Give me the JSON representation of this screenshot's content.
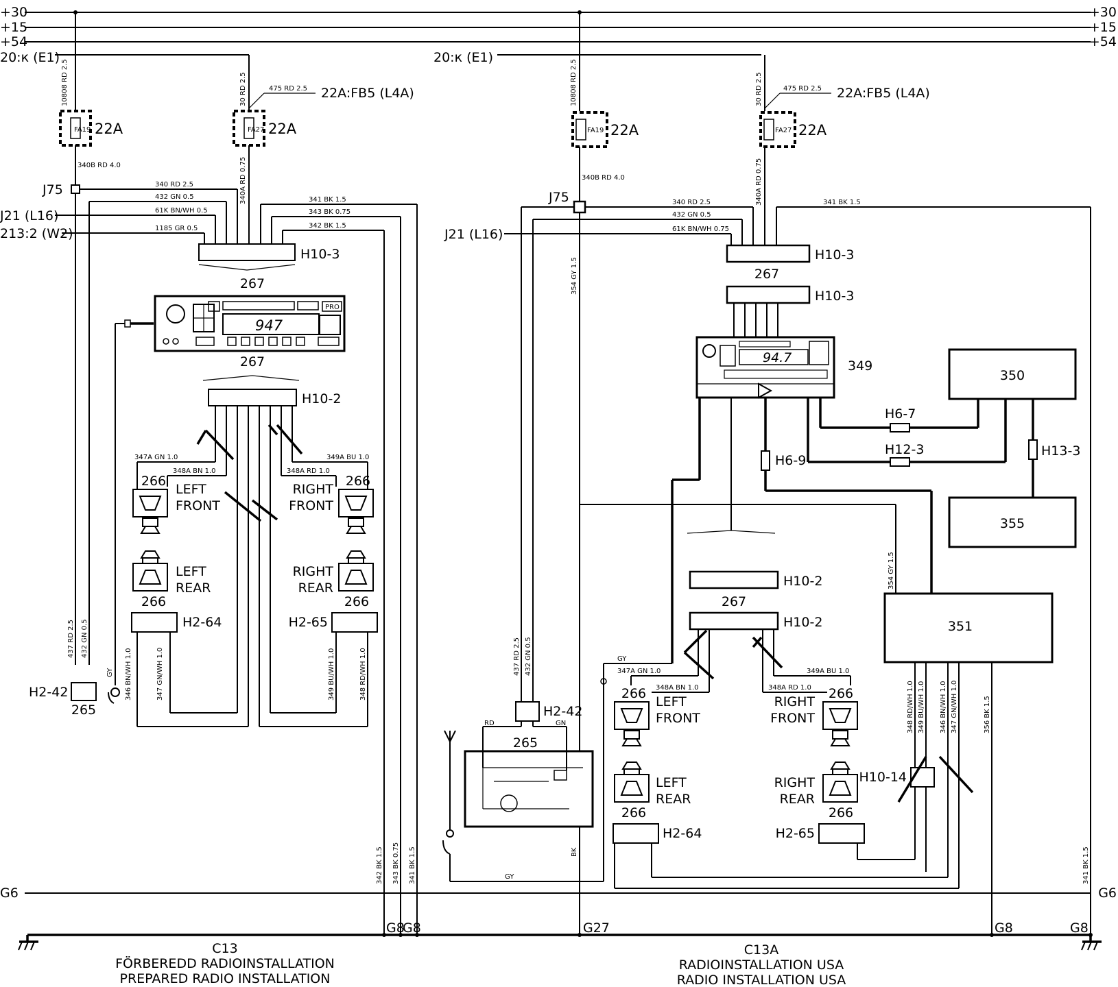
{
  "rails": {
    "p30": "+30",
    "p15": "+15",
    "p54": "+54",
    "e1_left": "20:к (E1)",
    "e1_right": "20:к (E1)",
    "g6": "G6"
  },
  "fuses": {
    "fa19": "FA19",
    "fa27": "FA27",
    "rating": "22A",
    "feed": "22A:FB5 (L4A)"
  },
  "connectors": {
    "j75": "J75",
    "j21": "J21 (L16)",
    "w2": "213:2 (W2)",
    "h10_3": "H10-3",
    "h10_2": "H10-2",
    "h2_64": "H2-64",
    "h2_65": "H2-65",
    "h2_42": "H2-42",
    "h6_7": "H6-7",
    "h6_9": "H6-9",
    "h12_3": "H12-3",
    "h13_3": "H13-3",
    "h10_14": "H10-14"
  },
  "components": {
    "radio": "267",
    "speaker": "266",
    "antenna_motor": "265",
    "amp_radio": "349",
    "c350": "350",
    "c351": "351",
    "c355": "355",
    "display": "947",
    "display_small": "94.7",
    "pro": "PRO"
  },
  "speakers": {
    "left_front": [
      "LEFT",
      "FRONT"
    ],
    "right_front": [
      "RIGHT",
      "FRONT"
    ],
    "left_rear": [
      "LEFT",
      "REAR"
    ],
    "right_rear": [
      "RIGHT",
      "REAR"
    ]
  },
  "wires_left": {
    "w10808": "10808 RD 2.5",
    "w30": "30 RD 2.5",
    "w475": "475 RD 2.5",
    "w340b": "340B RD 4.0",
    "w340a": "340A RD 0.75",
    "w340": "340 RD 2.5",
    "w432": "432 GN 0.5",
    "w61k": "61K BN/WH 0.5",
    "w1185": "1185 GR 0.5",
    "w341": "341 BK 1.5",
    "w343": "343 BK 0.75",
    "w342": "342 BK 1.5",
    "w347a": "347A GN 1.0",
    "w348a": "348A BN 1.0",
    "w348a_rd": "348A RD 1.0",
    "w349a": "349A BU 1.0",
    "w437": "437 RD 2.5",
    "w432v": "432 GN 0.5",
    "w346": "346 BN/WH 1.0",
    "w347": "347 GN/WH 1.0",
    "w349": "349 BU/WH 1.0",
    "w348": "348 RD/WH 1.0",
    "gy": "GY"
  },
  "wires_right": {
    "w10808": "10808 RD 2.5",
    "w30": "30 RD 2.5",
    "w475": "475 RD 2.5",
    "w340b": "340B RD 4.0",
    "w340a": "340A RD 0.75",
    "w340": "340 RD 2.5",
    "w432": "432 GN 0.5",
    "w61k": "61K BN/WH 0.75",
    "w341": "341 BK 1.5",
    "w354": "354 GY 1.5",
    "w354b": "354 GY 1.5",
    "w356": "356 BK 1.5",
    "w341v": "341 BK 1.5",
    "w437": "437 RD 2.5",
    "w432v": "432 GN 0.5",
    "w347a": "347A GN 1.0",
    "w348a": "348A BN 1.0",
    "w348a_rd": "348A RD 1.0",
    "w349a": "349A BU 1.0",
    "w348": "348 RD/WH 1.0",
    "w349": "349 BU/WH 1.0",
    "w346": "346 BN/WH 1.0",
    "w347": "347 GN/WH 1.0",
    "rd": "RD",
    "gn": "GN",
    "bk": "BK",
    "gy": "GY"
  },
  "grounds": {
    "g8": "G8",
    "g27": "G27"
  },
  "captions": {
    "left_code": "C13",
    "left_se": "FÖRBEREDD RADIOINSTALLATION",
    "left_en": "PREPARED RADIO INSTALLATION",
    "right_code": "C13A",
    "right_se": "RADIOINSTALLATION USA",
    "right_en": "RADIO INSTALLATION USA"
  }
}
